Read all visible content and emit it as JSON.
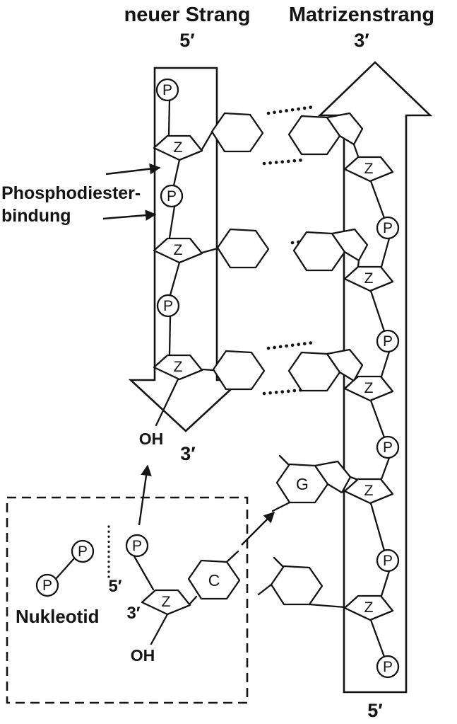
{
  "header": {
    "new_strand_title": "neuer Strang",
    "new_strand_end": "5′",
    "template_strand_title": "Matrizenstrang",
    "template_strand_end": "3′"
  },
  "left_strand": {
    "oh_label": "OH",
    "end_label": "3′"
  },
  "right_strand": {
    "end_label": "5′"
  },
  "annotations": {
    "phosphodiester_line1": "Phosphodiester-",
    "phosphodiester_line2": "bindung",
    "nucleotide_label": "Nukleotid"
  },
  "nucleotide_box": {
    "five_prime": "5′",
    "three_prime": "3′",
    "oh_label": "OH"
  },
  "symbols": {
    "phosphate": "P",
    "sugar": "Z",
    "guanine": "G",
    "cytosine": "C"
  }
}
